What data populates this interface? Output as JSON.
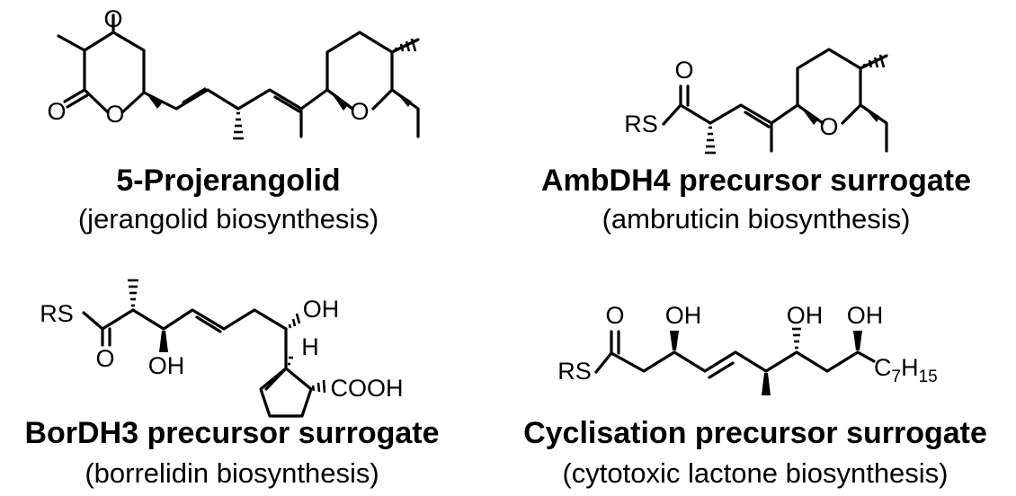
{
  "compounds": [
    {
      "name": "5-Projerangolid",
      "caption": "(jerangolid biosynthesis)",
      "atoms": {
        "o_keto": "O",
        "o_carbonyl": "O",
        "o_ring": "O",
        "o_pyran": "O"
      }
    },
    {
      "name": "AmbDH4 precursor surrogate",
      "caption": "(ambruticin biosynthesis)",
      "atoms": {
        "rs": "RS",
        "o_carbonyl": "O",
        "o_pyran": "O"
      }
    },
    {
      "name": "BorDH3 precursor surrogate",
      "caption": "(borrelidin biosynthesis)",
      "atoms": {
        "rs": "RS",
        "o_carbonyl": "O",
        "oh1": "OH",
        "oh2": "OH",
        "h": "H",
        "cooh": "COOH"
      }
    },
    {
      "name": "Cyclisation precursor surrogate",
      "caption": "(cytotoxic lactone biosynthesis)",
      "atoms": {
        "rs": "RS",
        "o_carbonyl": "O",
        "oh1": "OH",
        "oh2": "OH",
        "oh3": "OH",
        "c7": "C",
        "c7_sub1": "7",
        "h15": "H",
        "h15_sub": "15"
      }
    }
  ]
}
